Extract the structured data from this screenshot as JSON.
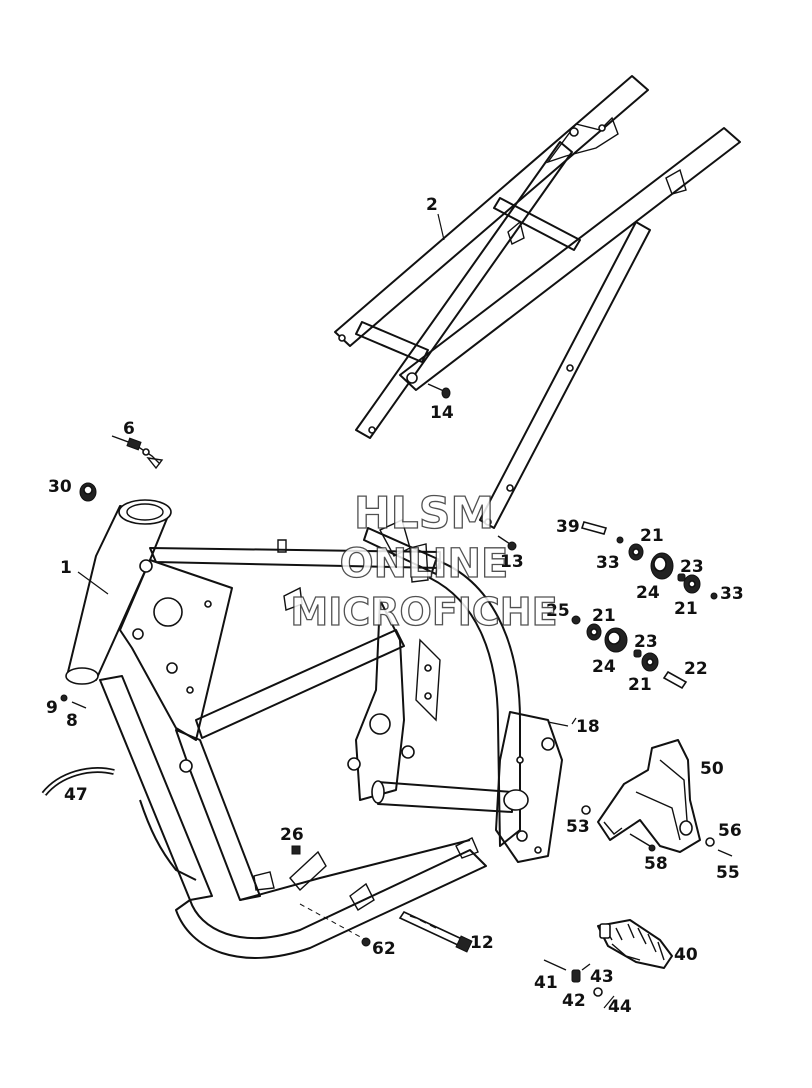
{
  "watermark": {
    "line1": "HLSM",
    "line2": "ONLINE",
    "line3": "MICROFICHE"
  },
  "callouts": {
    "c1": "1",
    "c2": "2",
    "c6": "6",
    "c8": "8",
    "c9": "9",
    "c12": "12",
    "c13": "13",
    "c14": "14",
    "c18": "18",
    "c21a": "21",
    "c21b": "21",
    "c21c": "21",
    "c21d": "21",
    "c22": "22",
    "c23a": "23",
    "c23b": "23",
    "c24a": "24",
    "c24b": "24",
    "c25": "25",
    "c26": "26",
    "c30": "30",
    "c33a": "33",
    "c33b": "33",
    "c39": "39",
    "c40": "40",
    "c41": "41",
    "c42": "42",
    "c43": "43",
    "c44": "44",
    "c47": "47",
    "c50": "50",
    "c53": "53",
    "c55": "55",
    "c56": "56",
    "c58": "58",
    "c62": "62"
  }
}
